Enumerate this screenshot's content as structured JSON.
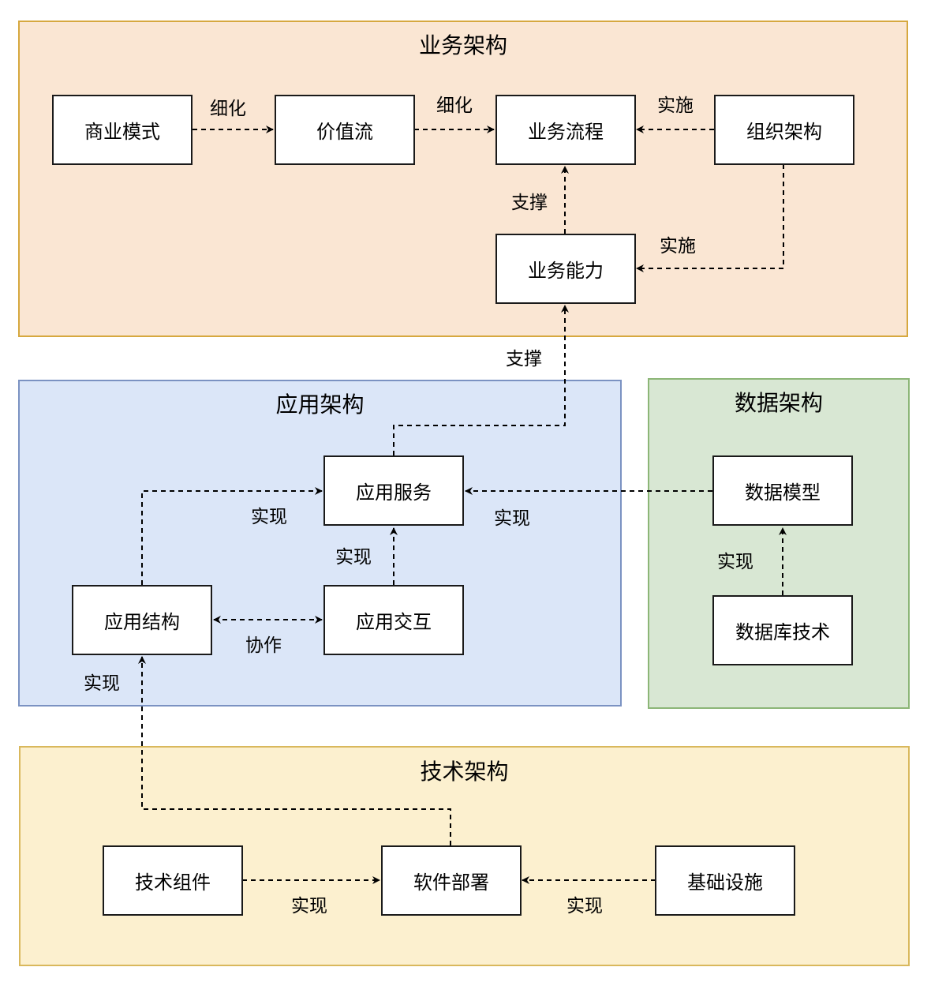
{
  "groups": {
    "business": "业务架构",
    "application": "应用架构",
    "data": "数据架构",
    "technology": "技术架构"
  },
  "nodes": {
    "business_model": "商业模式",
    "value_stream": "价值流",
    "business_process": "业务流程",
    "organization": "组织架构",
    "business_capability": "业务能力",
    "app_service": "应用服务",
    "app_structure": "应用结构",
    "app_interaction": "应用交互",
    "data_model": "数据模型",
    "database_tech": "数据库技术",
    "tech_component": "技术组件",
    "software_deploy": "软件部署",
    "infrastructure": "基础设施"
  },
  "edge_labels": {
    "model_to_value": "细化",
    "value_to_process": "细化",
    "org_to_process": "实施",
    "capability_to_process": "支撑",
    "org_to_capability": "实施",
    "service_to_capability": "支撑",
    "structure_to_service": "实现",
    "datamodel_to_service": "实现",
    "interaction_to_service": "实现",
    "structure_interaction": "协作",
    "deploy_to_structure": "实现",
    "dbtech_to_datamodel": "实现",
    "component_to_deploy": "实现",
    "infra_to_deploy": "实现"
  },
  "colors": {
    "business_fill": "#fae6d3",
    "application_fill": "#dbe6f8",
    "data_fill": "#d8e7d3",
    "technology_fill": "#fcf0cf"
  }
}
